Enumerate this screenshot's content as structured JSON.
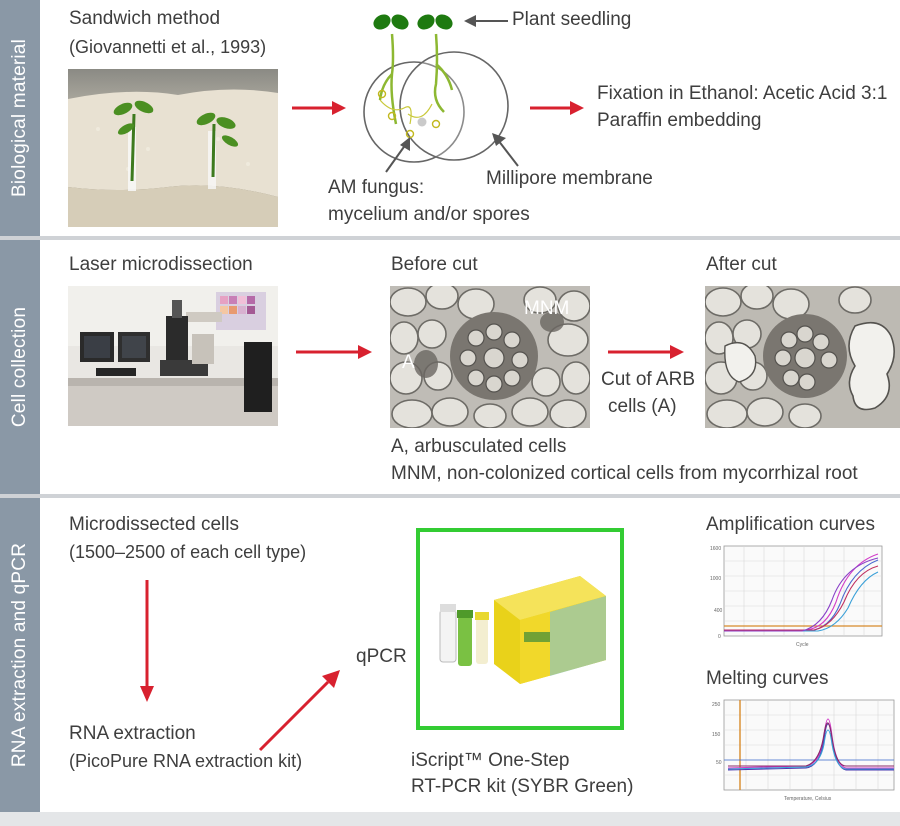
{
  "sections": {
    "biological": {
      "label": "Biological material",
      "method_title": "Sandwich method",
      "method_ref": "(Giovannetti et al., 1993)",
      "seedling_label": "Plant seedling",
      "fungus_label_1": "AM fungus:",
      "fungus_label_2": "mycelium and/or spores",
      "membrane_label": "Millipore membrane",
      "fixation_1": "Fixation in Ethanol: Acetic Acid 3:1",
      "fixation_2": "Paraffin embedding"
    },
    "cell_collection": {
      "label": "Cell collection",
      "laser_title": "Laser microdissection",
      "before_cut": "Before cut",
      "after_cut": "After cut",
      "mnm_marker": "MNM",
      "a_marker": "A",
      "cut_label_1": "Cut of ARB",
      "cut_label_2": "cells (A)",
      "legend_a": "A, arbusculated cells",
      "legend_mnm": "MNM, non-colonized cortical cells from mycorrhizal root"
    },
    "rna": {
      "label": "RNA extraction and qPCR",
      "cells_title": "Microdissected cells",
      "cells_count": "(1500–2500 of each cell type)",
      "rna_title": "RNA extraction",
      "rna_kit": "(PicoPure RNA extraction kit)",
      "qpcr": "qPCR",
      "kit_line_1": "iScript™ One-Step",
      "kit_line_2": "RT-PCR kit (SYBR Green)",
      "amp_title": "Amplification curves",
      "melt_title": "Melting curves"
    }
  },
  "colors": {
    "sidebar": "#8a98a6",
    "arrow": "#d8212f",
    "kit_border": "#33cc33",
    "separator": "#cfd2d6"
  }
}
